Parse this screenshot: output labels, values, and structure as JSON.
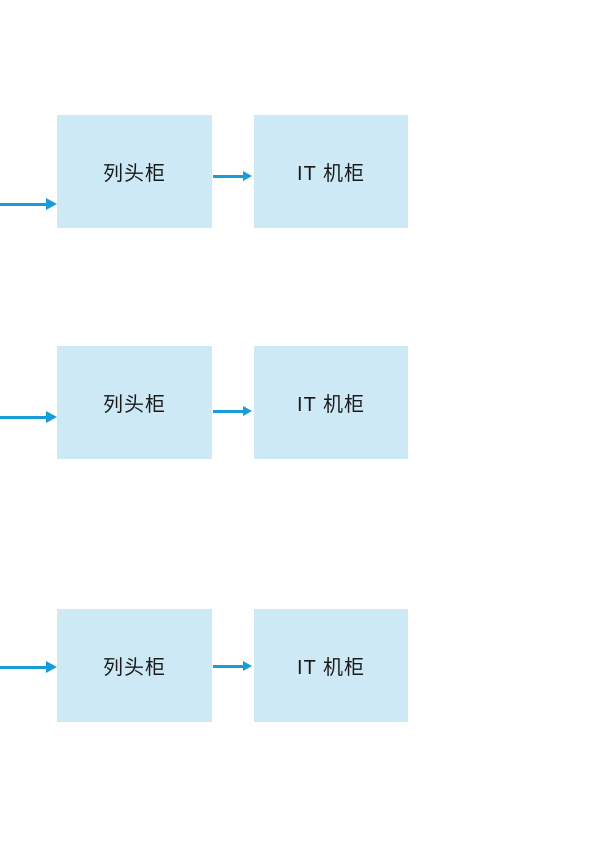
{
  "diagram": {
    "background": "#ffffff",
    "colors": {
      "box_fill": "#cde9f5",
      "arrow": "#189cd8",
      "text": "#1a1a1a"
    },
    "rows": [
      {
        "source_label": "列头柜",
        "target_label": "IT 机柜"
      },
      {
        "source_label": "列头柜",
        "target_label": "IT 机柜"
      },
      {
        "source_label": "列头柜",
        "target_label": "IT 机柜"
      }
    ]
  }
}
